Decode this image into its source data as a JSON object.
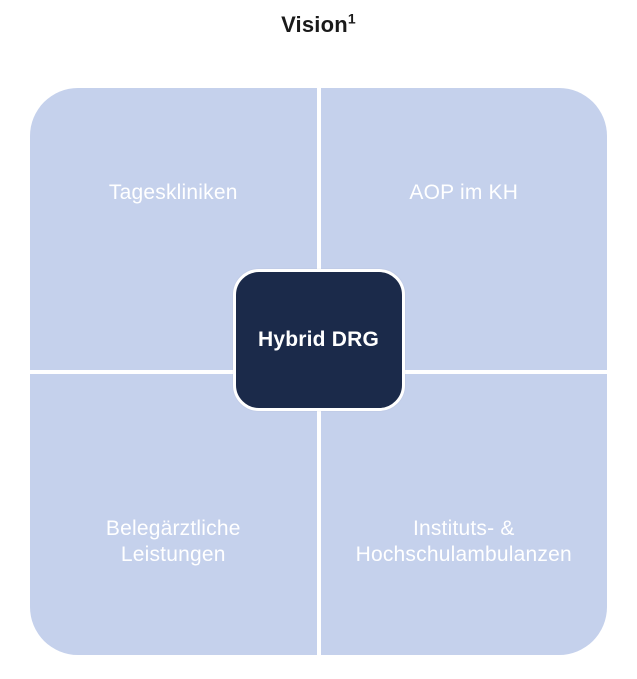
{
  "title": {
    "text": "Vision",
    "superscript": "1"
  },
  "diagram": {
    "colors": {
      "quadrant_bg": "#c5d1ec",
      "center_bg": "#1b2a4a",
      "divider": "#ffffff",
      "label_text": "#ffffff",
      "title_text": "#1a1a1a"
    },
    "quadrants": [
      {
        "id": "top-left",
        "label": "Tageskliniken"
      },
      {
        "id": "top-right",
        "label": "AOP im KH"
      },
      {
        "id": "bottom-left",
        "label": "Belegärztliche\nLeistungen"
      },
      {
        "id": "bottom-right",
        "label": "Instituts- &\nHochschulambulanzen"
      }
    ],
    "center": {
      "label": "Hybrid DRG"
    }
  }
}
